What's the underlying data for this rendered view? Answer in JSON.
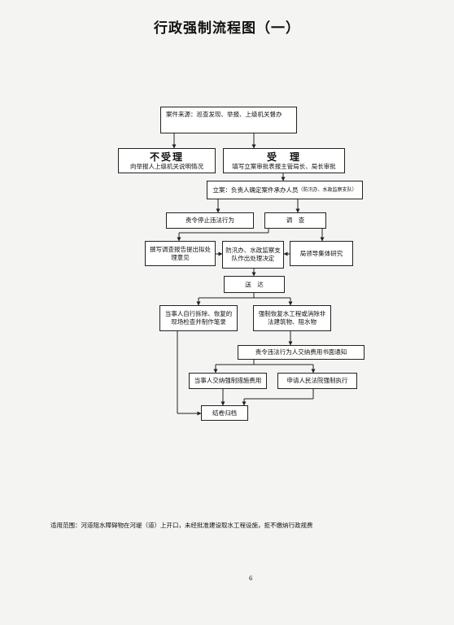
{
  "title": "行政强制流程图（一）",
  "nodes": {
    "source": "案件来源：巡查发现、举报、上级机关督办",
    "reject_head": "不受理",
    "reject_sub": "向举报人上级机关说明情况",
    "accept_head": "受　理",
    "accept_sub": "填写立案审批表报主管局长、局长审批",
    "register": "立案：负责人确定案件承办人员",
    "register_note": "（防汛办、水政监察支队）",
    "order_stop": "责令停止违法行为",
    "investigate": "调　查",
    "report": "撰写调查报告提出拟处理意见",
    "decision": "防汛办、水政监察支队作出处理决定",
    "collective": "局领导集体研究",
    "deliver": "送　达",
    "self_remove": "当事人自行拆除、恢复的现场检查并制作笔录",
    "enforce": "强制恢复水工程或消除非法建筑物、阻水物",
    "pay_notice": "责令违法行为人交纳费用书面通知",
    "party_pay": "当事人交纳强制措施费用",
    "court": "申请人民法院强制执行",
    "archive": "结卷归档"
  },
  "footnote": "适用范围：河道阻水障碍物在河堤（道）上开口，未经批准建设取水工程设施，拒不缴纳行政规费",
  "page_number": "6"
}
